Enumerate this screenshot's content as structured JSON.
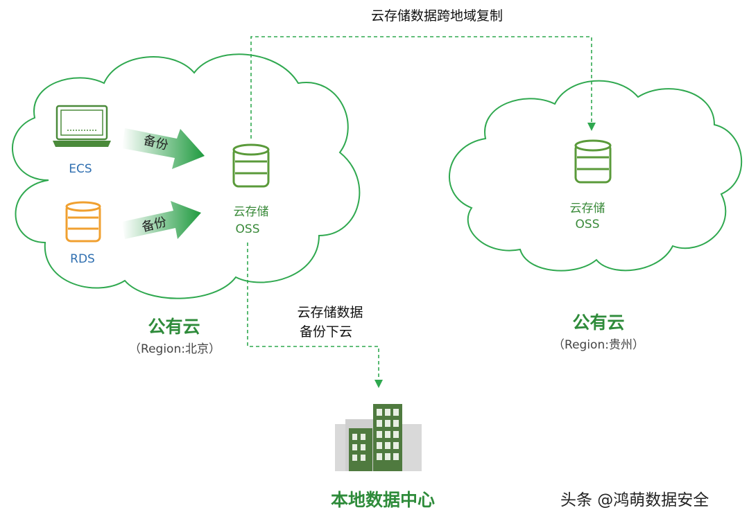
{
  "top_flow_label": "云存储数据跨地域复制",
  "left_cloud": {
    "ecs_label": "ECS",
    "rds_label": "RDS",
    "backup_arrow_1": "备份",
    "backup_arrow_2": "备份",
    "oss_label_line1": "云存储",
    "oss_label_line2": "OSS",
    "title": "公有云",
    "region": "（Region:北京）"
  },
  "right_cloud": {
    "oss_label_line1": "云存储",
    "oss_label_line2": "OSS",
    "title": "公有云",
    "region": "（Region:贵州）"
  },
  "down_flow_label_line1": "云存储数据",
  "down_flow_label_line2": "备份下云",
  "datacenter_title": "本地数据中心",
  "watermark": "头条 @鸿萌数据安全",
  "colors": {
    "cloud_stroke": "#2fa84f",
    "oss_icon": "#5a9a3a",
    "ecs_icon": "#4a8a3a",
    "rds_icon": "#f0a030",
    "arrow": "#1f9a3f",
    "building": "#4f7a3f"
  }
}
